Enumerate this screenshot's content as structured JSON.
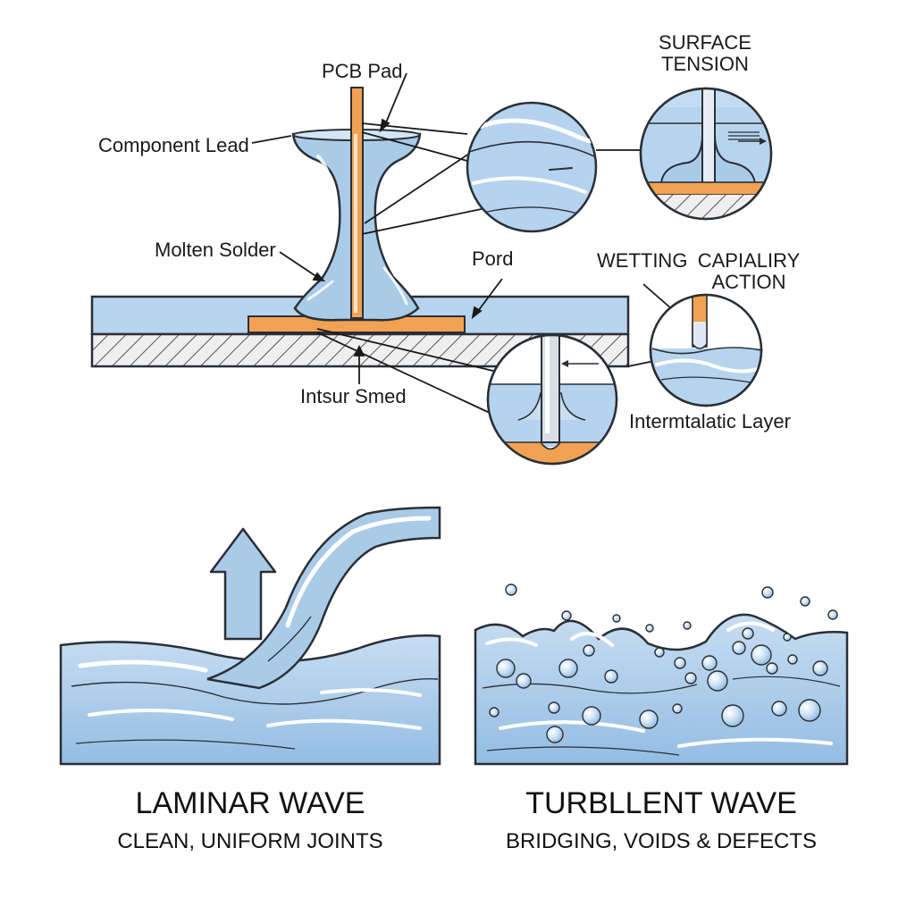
{
  "labels": {
    "pcb_pad": "PCB Pad",
    "component_lead": "Component Lead",
    "molten_solder": "Molten Solder",
    "pord": "Pord",
    "intsur_smed": "Intsur Smed",
    "surface_tension_line1": "SURFACE",
    "surface_tension_line2": "TENSION",
    "wetting": "WETTING",
    "capillary_line1": "CAPIALIRY",
    "capillary_line2": "ACTION",
    "intermetallic": "Intermtalatic Layer"
  },
  "panels": {
    "laminar": {
      "title": "LAMINAR WAVE",
      "subtitle": "CLEAN, UNIFORM JOINTS"
    },
    "turbulent": {
      "title": "TURBLLENT WAVE",
      "subtitle": "BRIDGING, VOIDS & DEFECTS"
    }
  },
  "colors": {
    "solder_blue": "#a9cbe8",
    "solder_light": "#d4e6f5",
    "outline": "#2a2f36",
    "copper": "#f0a252",
    "hatch": "#d9d9d9"
  }
}
